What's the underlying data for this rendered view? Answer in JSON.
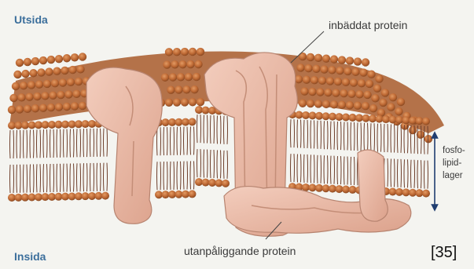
{
  "labels": {
    "outside": "Utsida",
    "inside": "Insida",
    "embedded_protein": "inbäddat protein",
    "peripheral_protein": "utanpåliggande protein",
    "bilayer_line1": "fosfo-",
    "bilayer_line2": "lipid-",
    "bilayer_line3": "lager",
    "citation": "[35]"
  },
  "colors": {
    "background": "#f4f4f0",
    "phospholipid_head": "#b8642f",
    "phospholipid_tail": "#7a4a38",
    "protein": "#e9b7a2",
    "protein_edge": "#b78470",
    "label_blue": "#3c6f9c",
    "arrow": "#1f3d70"
  }
}
